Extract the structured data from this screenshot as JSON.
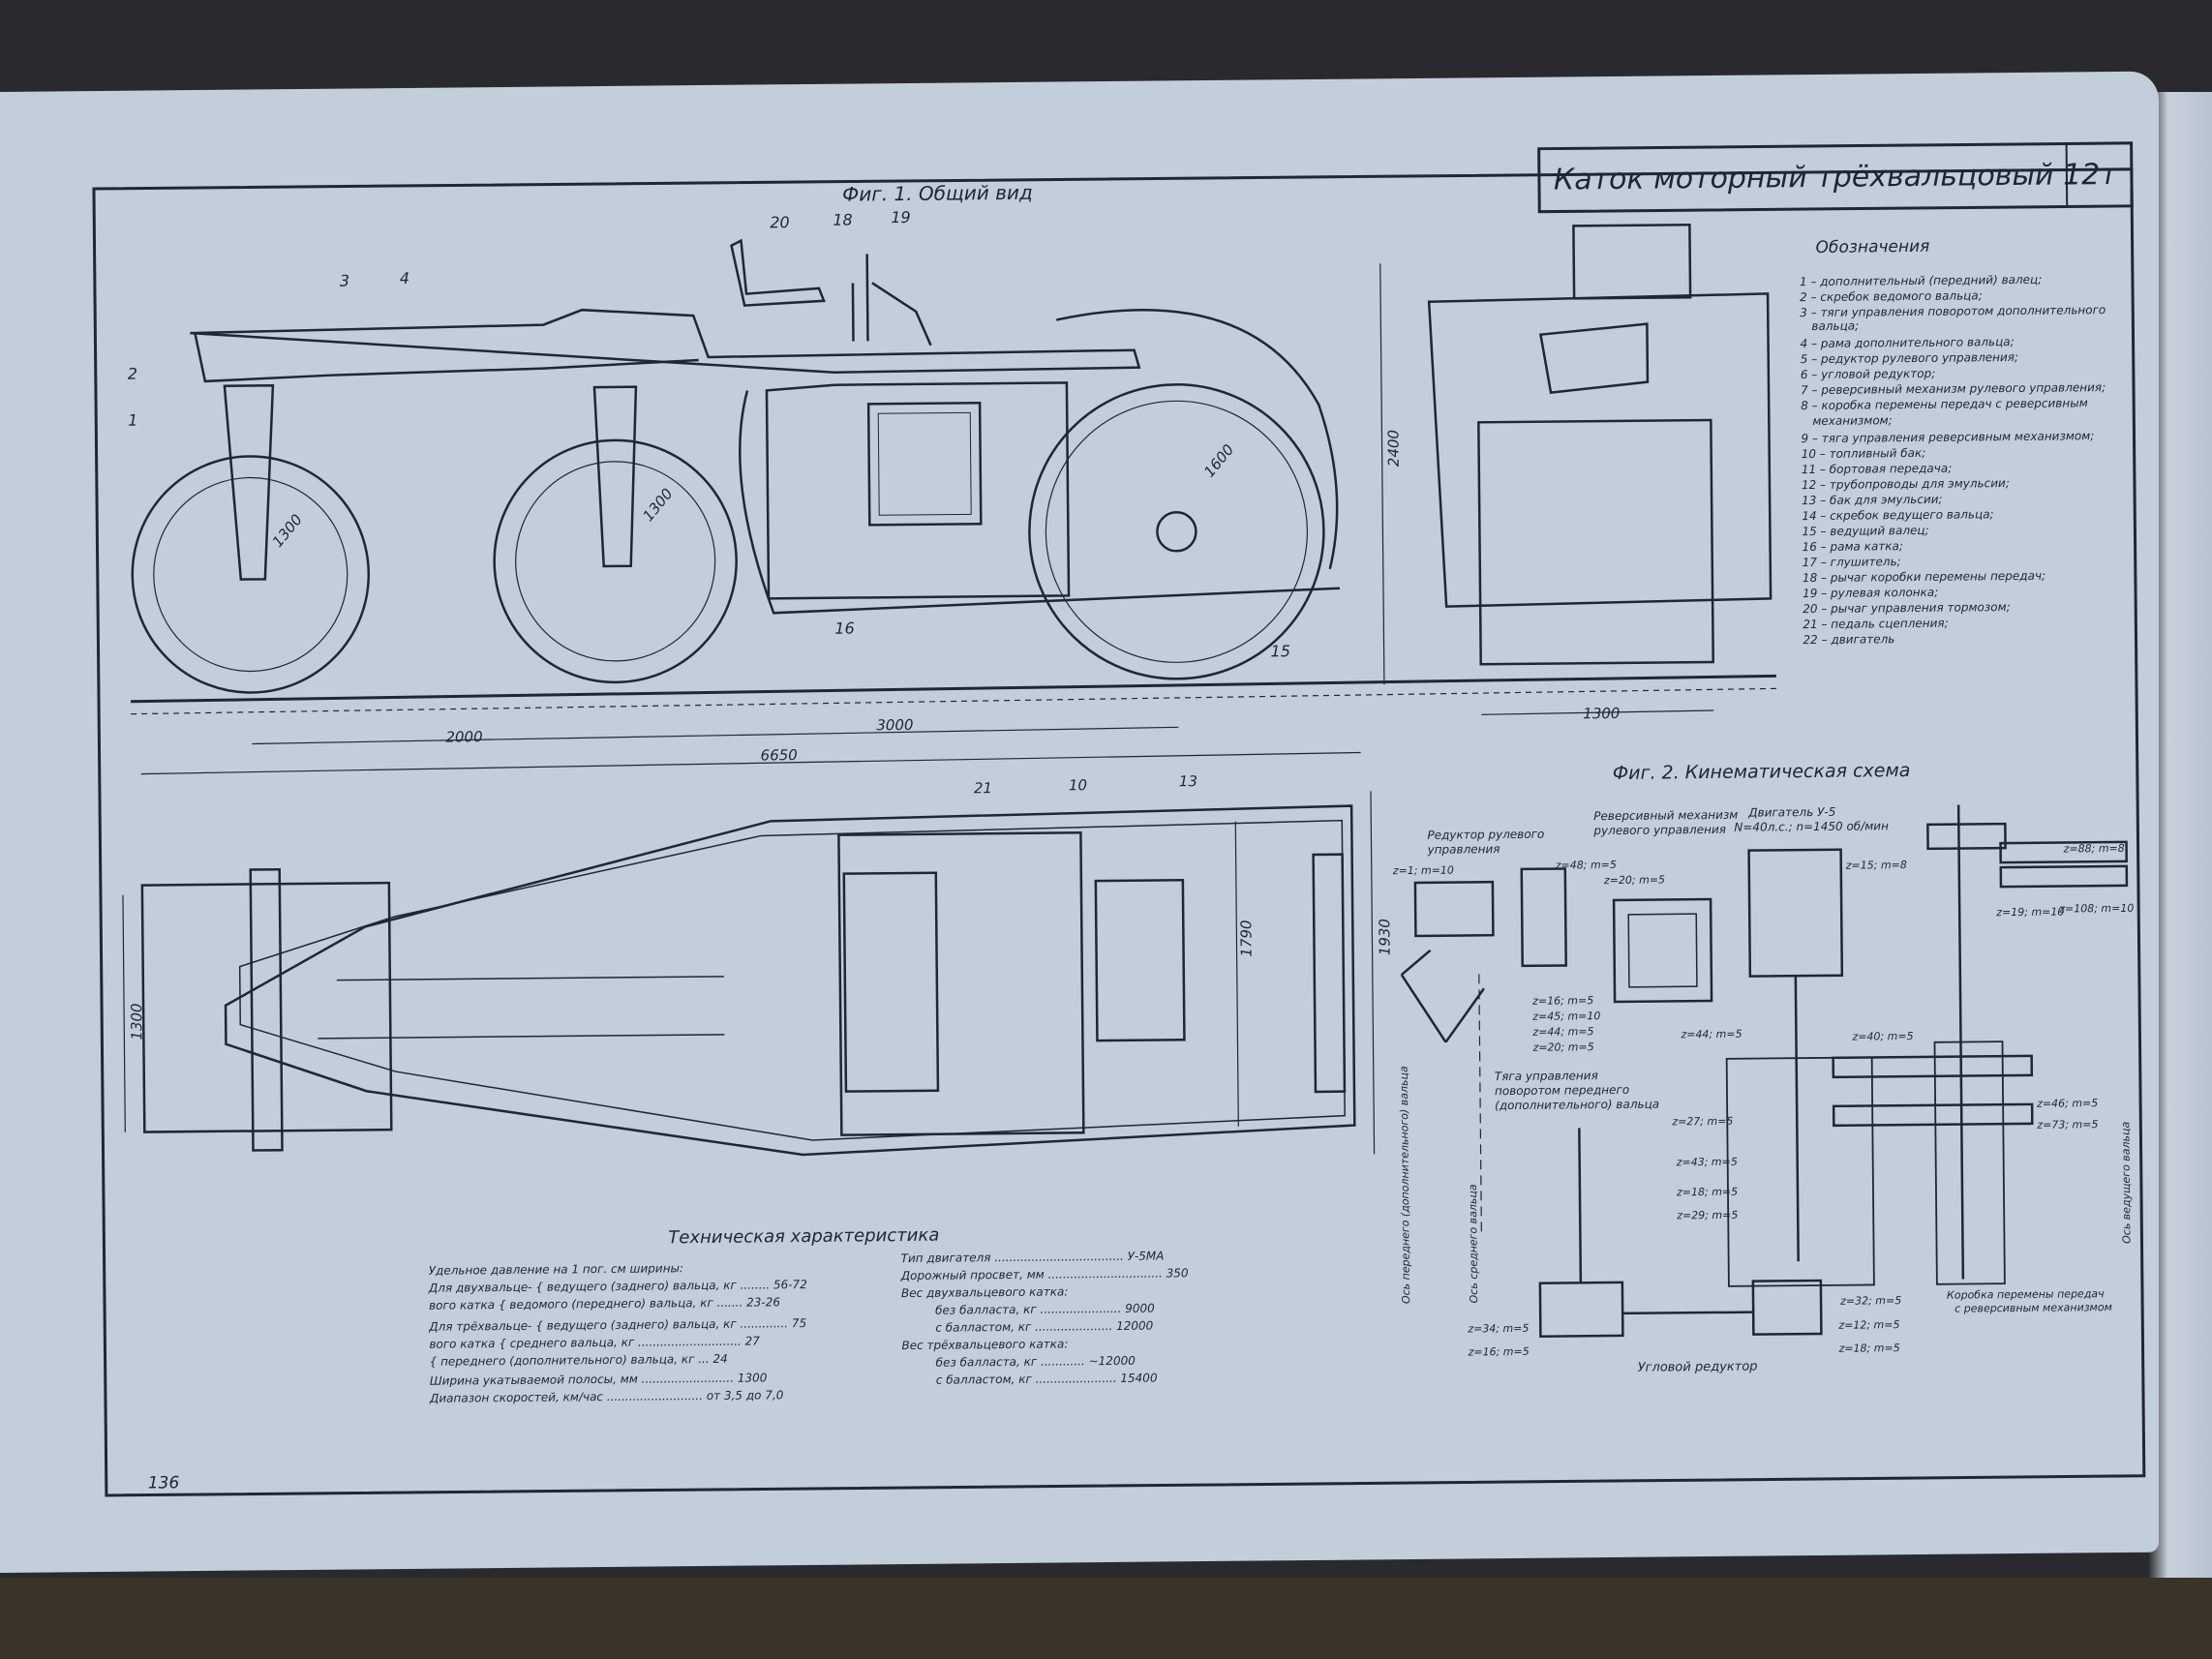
{
  "title_block": "Каток моторный трёхвальцовый 12т",
  "fig1": {
    "caption": "Фиг. 1. Общий вид",
    "callouts": [
      "20",
      "18",
      "19",
      "3",
      "4",
      "2",
      "1",
      "16",
      "15"
    ],
    "dims": {
      "d_front": "1300",
      "d_mid": "1300",
      "d_rear": "1600",
      "height": "2400",
      "base_a": "2000",
      "base_b": "3000",
      "overall": "6650",
      "track": "1300"
    }
  },
  "plan_view": {
    "callouts": [
      "21",
      "10",
      "13"
    ],
    "dims": {
      "width_a": "1790",
      "width_b": "1930",
      "width_c": "1300"
    }
  },
  "legend": {
    "heading": "Обозначения",
    "items": [
      "1 – дополнительный (передний) валец;",
      "2 – скребок ведомого вальца;",
      "3 – тяги управления поворотом дополнительного",
      "вальца;",
      "4 – рама дополнительного вальца;",
      "5 – редуктор рулевого управления;",
      "6 – угловой редуктор;",
      "7 – реверсивный механизм рулевого управления;",
      "8 – коробка перемены передач с реверсивным",
      "механизмом;",
      "9 – тяга управления реверсивным механизмом;",
      "10 – топливный бак;",
      "11 – бортовая передача;",
      "12 – трубопроводы для эмульсии;",
      "13 – бак для эмульсии;",
      "14 – скребок ведущего вальца;",
      "15 – ведущий валец;",
      "16 – рама катка;",
      "17 – глушитель;",
      "18 – рычаг коробки перемены передач;",
      "19 – рулевая колонка;",
      "20 – рычаг управления тормозом;",
      "21 – педаль сцепления;",
      "22 – двигатель"
    ]
  },
  "fig2": {
    "caption": "Фиг. 2. Кинематическая схема",
    "labels": {
      "steer_reducer": [
        "Редуктор рулевого",
        "управления"
      ],
      "reverse_mech": [
        "Реверсивный механизм",
        "рулевого управления"
      ],
      "engine": [
        "Двигатель У-5",
        "N=40л.с.; n=1450 об/мин"
      ],
      "tie_rod": [
        "Тяга управления",
        "поворотом переднего",
        "(дополнительного) вальца"
      ],
      "gearbox": [
        "Коробка перемены передач",
        "с реверсивным механизмом"
      ],
      "angle_reducer": "Угловой редуктор",
      "axis_front": "Ось переднего (дополнительного) вальца",
      "axis_mid": "Ось среднего вальца",
      "axis_drive": "Ось ведущего вальца"
    },
    "gears": [
      "z=1; m=10",
      "z=48; m=5",
      "z=20; m=5",
      "z=15; m=8",
      "z=88; m=8",
      "z=19; m=10",
      "z=108; m=10",
      "z=16; m=5",
      "z=45; m=10",
      "z=44; m=5",
      "z=20; m=5",
      "z=44; m=5",
      "z=40; m=5",
      "z=46; m=5",
      "z=73; m=5",
      "z=27; m=5",
      "z=43; m=5",
      "z=18; m=5",
      "z=29; m=5",
      "z=32; m=5",
      "z=12; m=5",
      "z=18; m=5",
      "z=34; m=5",
      "z=16; m=5"
    ]
  },
  "specs": {
    "heading": "Техническая характеристика",
    "left": [
      "Удельное давление на 1 пог. см ширины:",
      "Для двухвальце- { ведущего (заднего) вальца, кг ........ 56-72",
      "вого катка        { ведомого (переднего) вальца, кг ....... 23-26",
      "Для трёхвальце- { ведущего (заднего) вальца, кг ............. 75",
      "вого катка        { среднего вальца, кг ............................ 27",
      "                      { переднего (дополнительного) вальца, кг ... 24",
      "Ширина укатываемой полосы, мм ......................... 1300",
      "Диапазон скоростей, км/час .......................... от 3,5 до 7,0"
    ],
    "right": [
      "Тип двигателя ................................... У-5МА",
      "Дорожный просвет, мм ............................... 350",
      "Вес двухвальцевого катка:",
      "без балласта, кг ...................... 9000",
      "с балластом, кг ..................... 12000",
      "Вес трёхвальцевого катка:",
      "без балласта, кг ............ ~12000",
      "с балластом, кг ...................... 15400"
    ]
  },
  "page_number": "136",
  "colors": {
    "paper": "#c3cedb",
    "ink": "#1f2733",
    "desk": "#2a2a2e"
  }
}
